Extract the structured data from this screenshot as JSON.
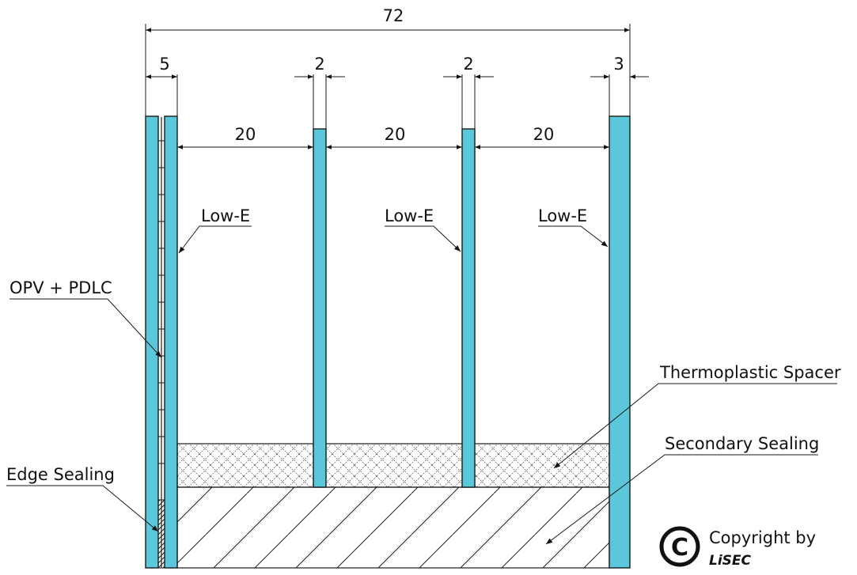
{
  "colors": {
    "glass": "#5bc7da",
    "outline": "#1a1a1a",
    "background": "#ffffff"
  },
  "dimensions": {
    "total": "72",
    "pane_left": "5",
    "pane_mid1": "2",
    "pane_mid2": "2",
    "pane_right": "3",
    "gap1": "20",
    "gap2": "20",
    "gap3": "20"
  },
  "labels": {
    "low_e_1": "Low-E",
    "low_e_2": "Low-E",
    "low_e_3": "Low-E",
    "opv_pdlc": "OPV + PDLC",
    "thermoplastic_spacer": "Thermoplastic Spacer",
    "secondary_sealing": "Secondary Sealing",
    "edge_sealing": "Edge Sealing"
  },
  "copyright": {
    "symbol": "©",
    "text": "Copyright by",
    "brand": "LiSEC"
  }
}
